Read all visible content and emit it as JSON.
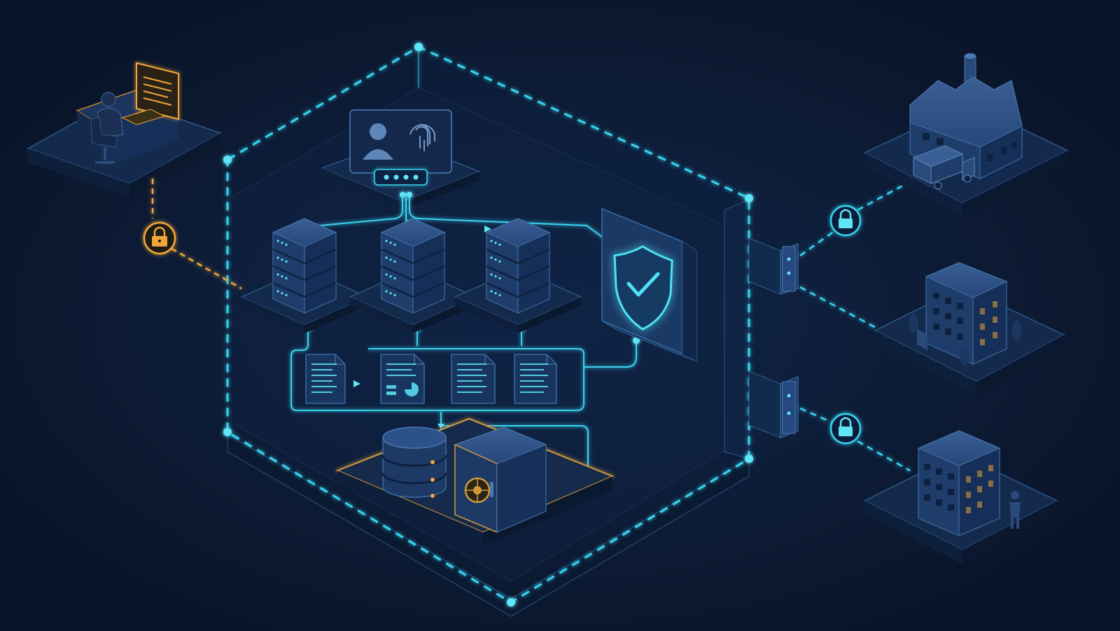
{
  "diagram": {
    "colors": {
      "background": "#0a1428",
      "cyan_accent": "#37d4ef",
      "amber_accent": "#f0a63a",
      "panel_fill": "#112543",
      "panel_stroke": "#2c5a87",
      "object_fill": "#1f3d6a"
    },
    "perimeter": {
      "style": "dashed",
      "color": "cyan"
    },
    "nodes": [
      {
        "id": "remote-workstation",
        "icon": "person-at-computer-icon"
      },
      {
        "id": "identity-panel",
        "icons": [
          "user-icon",
          "fingerprint-icon",
          "password-dots-icon"
        ]
      },
      {
        "id": "server-rack-1",
        "icon": "server-icon"
      },
      {
        "id": "server-rack-2",
        "icon": "server-icon"
      },
      {
        "id": "server-rack-3",
        "icon": "server-icon"
      },
      {
        "id": "security-shield",
        "icon": "shield-check-icon"
      },
      {
        "id": "document-row",
        "icons": [
          "document-icon",
          "report-chart-icon",
          "document-icon",
          "document-icon"
        ]
      },
      {
        "id": "secure-storage",
        "icons": [
          "database-icon",
          "vault-safe-icon"
        ]
      },
      {
        "id": "factory",
        "icon": "factory-truck-icon"
      },
      {
        "id": "office-building",
        "icon": "office-building-icon"
      },
      {
        "id": "branch-building",
        "icon": "building-person-icon"
      }
    ],
    "gateways": [
      {
        "id": "gateway-upper",
        "icon": "firewall-gate-icon"
      },
      {
        "id": "gateway-lower",
        "icon": "firewall-gate-icon"
      }
    ],
    "connections": [
      {
        "from": "remote-workstation",
        "to": "server-rack-1",
        "style": "dashed",
        "color": "amber",
        "icon": "lock-icon"
      },
      {
        "from": "gateway-upper",
        "to": "factory",
        "style": "dashed",
        "color": "cyan",
        "icon": "lock-icon"
      },
      {
        "from": "gateway-upper",
        "to": "office-building",
        "style": "dashed",
        "color": "cyan"
      },
      {
        "from": "gateway-lower",
        "to": "branch-building",
        "style": "dashed",
        "color": "cyan",
        "icon": "lock-icon"
      }
    ]
  }
}
